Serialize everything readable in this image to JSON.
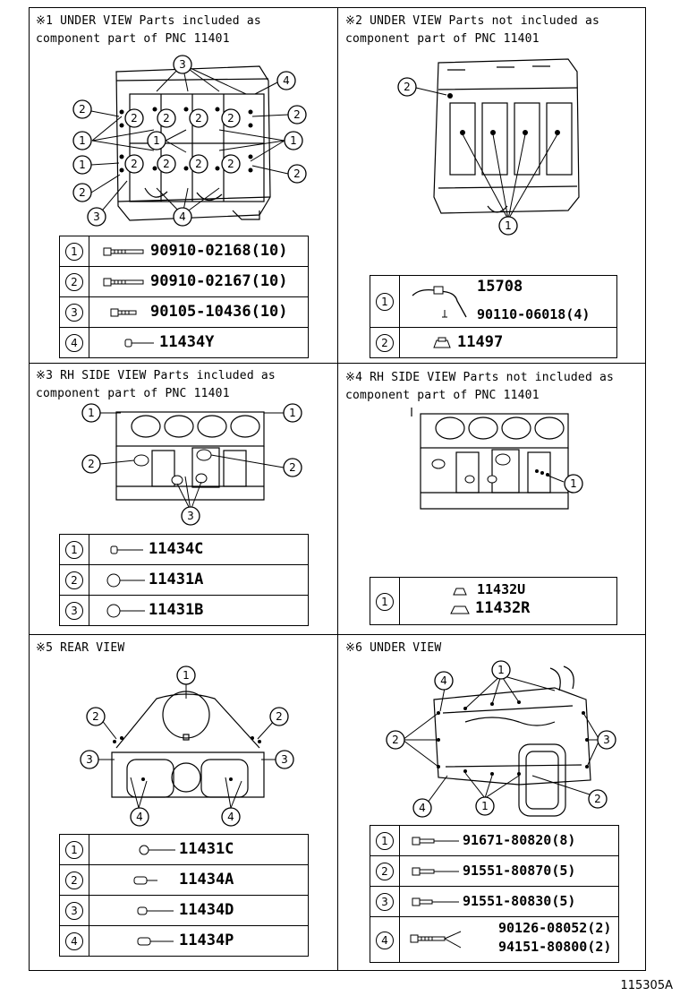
{
  "figure_id": "115305A",
  "panels": [
    {
      "title_line1": "※1 UNDER VIEW Parts included as",
      "title_line2": "component part of PNC 11401",
      "legend": [
        {
          "num": "1",
          "parts": [
            "90910-02168(10)"
          ],
          "icon": "bolt-long-icon"
        },
        {
          "num": "2",
          "parts": [
            "90910-02167(10)"
          ],
          "icon": "bolt-long-icon"
        },
        {
          "num": "3",
          "parts": [
            "90105-10436(10)"
          ],
          "icon": "bolt-icon"
        },
        {
          "num": "4",
          "parts": [
            "11434Y"
          ],
          "icon": "pin-icon"
        }
      ]
    },
    {
      "title_line1": "※2 UNDER VIEW Parts not included as",
      "title_line2": "component part of PNC 11401",
      "legend": [
        {
          "num": "1",
          "parts": [
            "15708",
            "90110-06018(4)"
          ],
          "icon": "oil-jet-icon"
        },
        {
          "num": "2",
          "parts": [
            "11497"
          ],
          "icon": "plug-icon"
        }
      ]
    },
    {
      "title_line1": "※3 RH SIDE VIEW Parts included as",
      "title_line2": "component part of PNC 11401",
      "legend": [
        {
          "num": "1",
          "parts": [
            "11434C"
          ],
          "icon": "pin-icon"
        },
        {
          "num": "2",
          "parts": [
            "11431A"
          ],
          "icon": "plug-icon"
        },
        {
          "num": "3",
          "parts": [
            "11431B"
          ],
          "icon": "plug-icon"
        }
      ]
    },
    {
      "title_line1": "※4 RH SIDE VIEW Parts not included as",
      "title_line2": "component part of PNC 11401",
      "legend": [
        {
          "num": "1",
          "parts": [
            "11432U",
            "11432R"
          ],
          "icon": "plug-icon"
        }
      ]
    },
    {
      "title_line1": "※5 REAR VIEW",
      "title_line2": "",
      "legend": [
        {
          "num": "1",
          "parts": [
            "11431C"
          ],
          "icon": "plug-icon"
        },
        {
          "num": "2",
          "parts": [
            "11434A"
          ],
          "icon": "pin-icon"
        },
        {
          "num": "3",
          "parts": [
            "11434D"
          ],
          "icon": "pin-icon"
        },
        {
          "num": "4",
          "parts": [
            "11434P"
          ],
          "icon": "pin-icon"
        }
      ]
    },
    {
      "title_line1": "※6 UNDER VIEW",
      "title_line2": "",
      "legend": [
        {
          "num": "1",
          "parts": [
            "91671-80820(8)"
          ],
          "icon": "bolt-icon"
        },
        {
          "num": "2",
          "parts": [
            "91551-80870(5)"
          ],
          "icon": "bolt-icon"
        },
        {
          "num": "3",
          "parts": [
            "91551-80830(5)"
          ],
          "icon": "bolt-icon"
        },
        {
          "num": "4",
          "parts": [
            "90126-08052(2)",
            "94151-80800(2)"
          ],
          "icon": "stud-icon"
        }
      ]
    }
  ],
  "callouts": {
    "p1": [
      "3",
      "4",
      "2",
      "2",
      "2",
      "2",
      "2",
      "2",
      "1",
      "1",
      "1",
      "1",
      "2",
      "2",
      "2",
      "2",
      "2",
      "2",
      "3",
      "4",
      "3"
    ],
    "p2": [
      "2",
      "1"
    ],
    "p3": [
      "1",
      "1",
      "2",
      "2",
      "3"
    ],
    "p4": [
      "1"
    ],
    "p5": [
      "1",
      "2",
      "2",
      "3",
      "3",
      "4",
      "4"
    ],
    "p6": [
      "1",
      "4",
      "2",
      "3",
      "4",
      "1",
      "2"
    ]
  }
}
